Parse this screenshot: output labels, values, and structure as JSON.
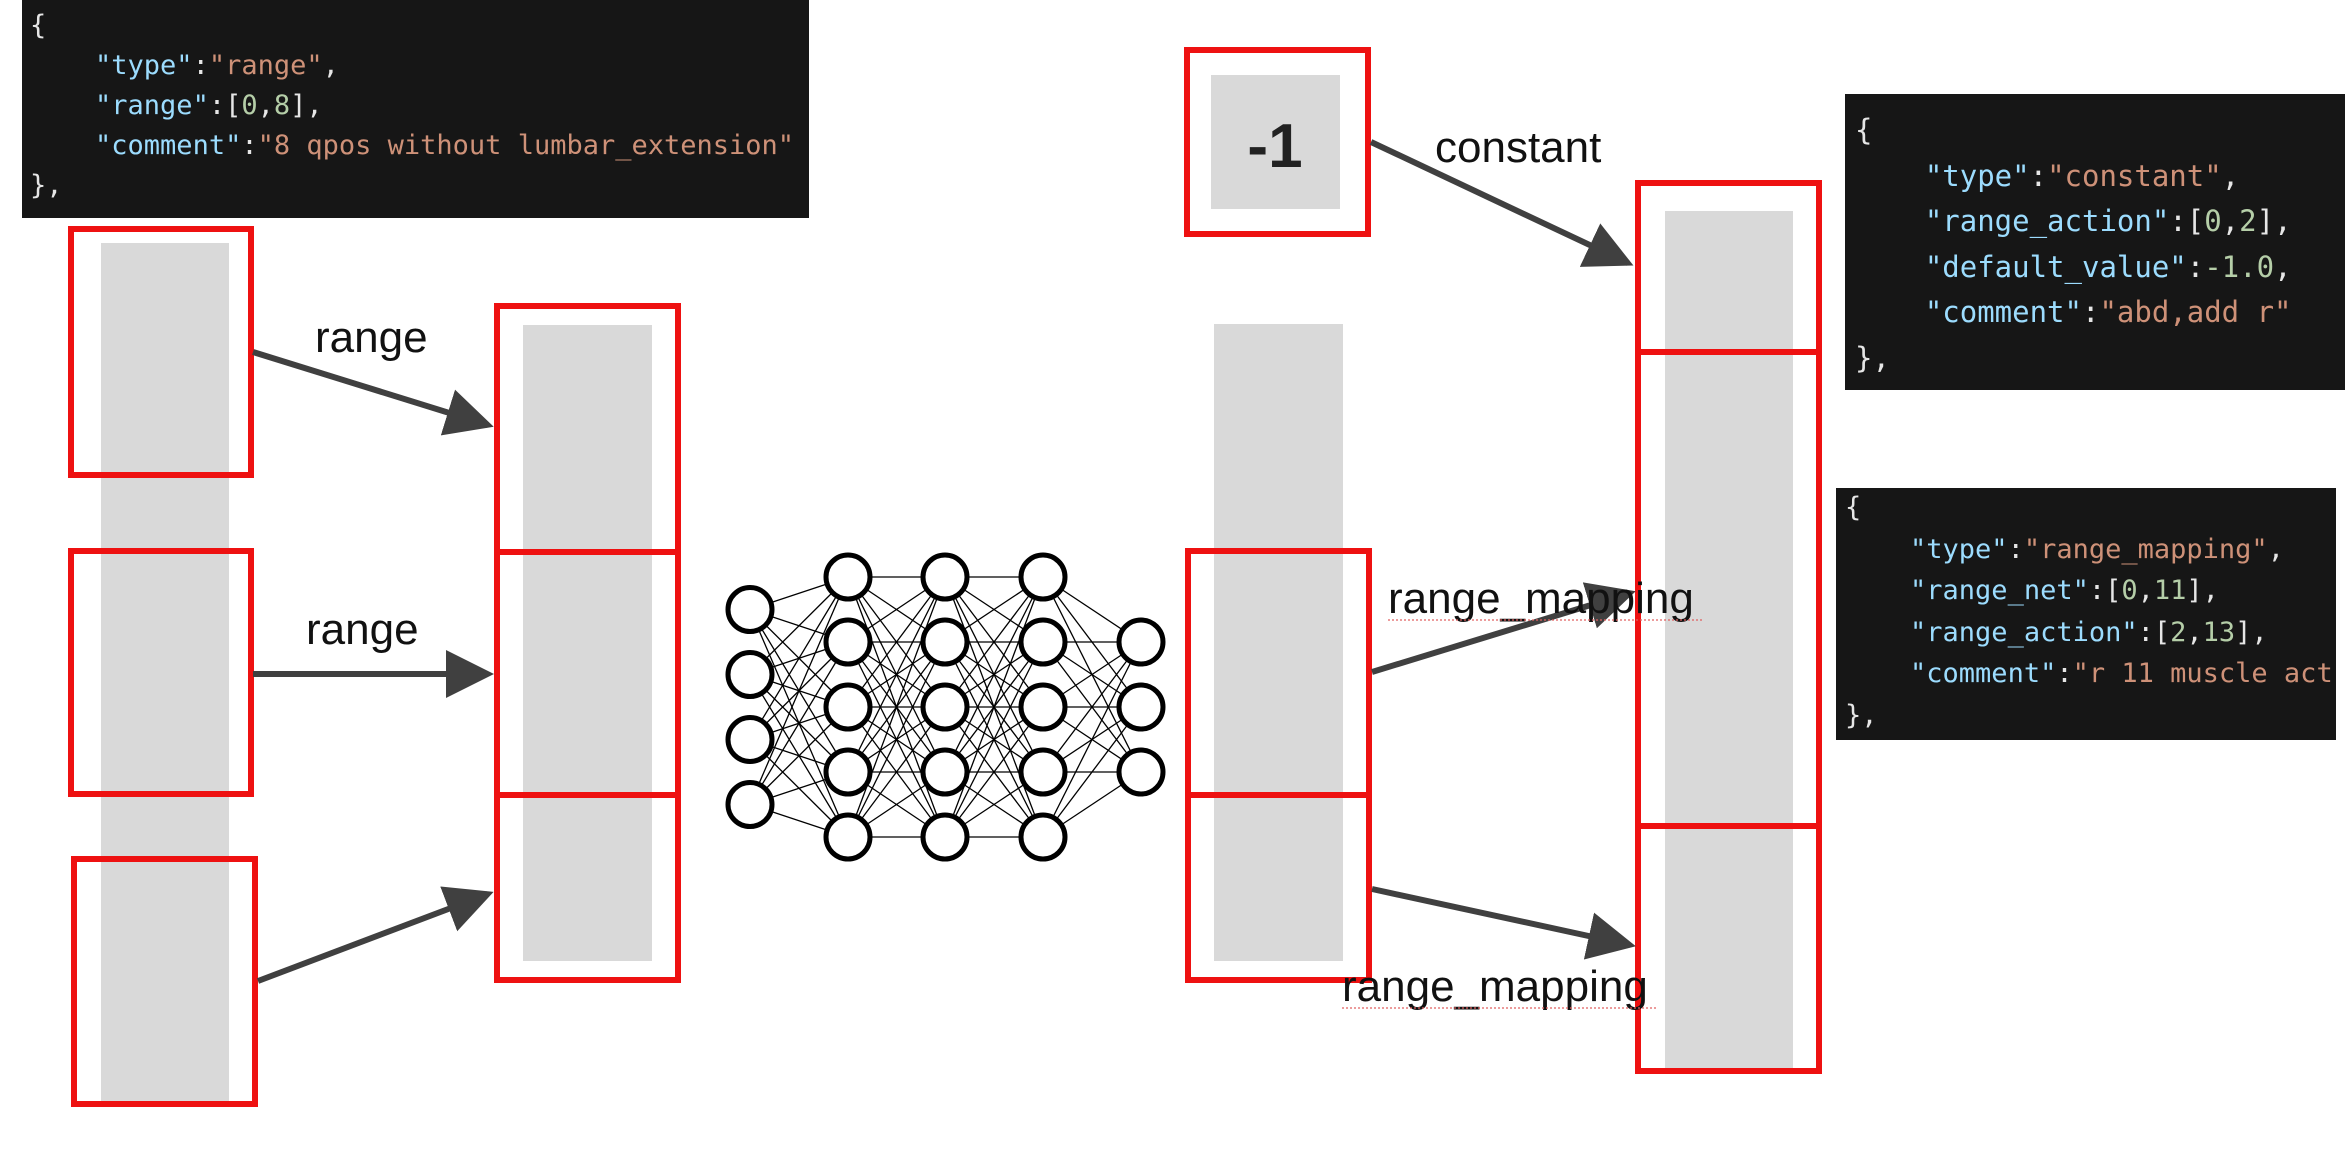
{
  "code_blocks": {
    "range": {
      "lines": [
        [
          {
            "t": "{",
            "c": "punc"
          }
        ],
        [
          {
            "t": "    ",
            "c": "punc"
          },
          {
            "t": "\"type\"",
            "c": "key"
          },
          {
            "t": ":",
            "c": "punc"
          },
          {
            "t": "\"range\"",
            "c": "str"
          },
          {
            "t": ",",
            "c": "punc"
          }
        ],
        [
          {
            "t": "    ",
            "c": "punc"
          },
          {
            "t": "\"range\"",
            "c": "key"
          },
          {
            "t": ":[",
            "c": "punc"
          },
          {
            "t": "0",
            "c": "num"
          },
          {
            "t": ",",
            "c": "punc"
          },
          {
            "t": "8",
            "c": "num"
          },
          {
            "t": "],",
            "c": "punc"
          }
        ],
        [
          {
            "t": "    ",
            "c": "punc"
          },
          {
            "t": "\"comment\"",
            "c": "key"
          },
          {
            "t": ":",
            "c": "punc"
          },
          {
            "t": "\"8 qpos without lumbar_extension\"",
            "c": "str"
          }
        ],
        [
          {
            "t": "},",
            "c": "punc"
          }
        ]
      ]
    },
    "constant": {
      "lines": [
        [
          {
            "t": "{",
            "c": "punc"
          }
        ],
        [
          {
            "t": "    ",
            "c": "punc"
          },
          {
            "t": "\"type\"",
            "c": "key"
          },
          {
            "t": ":",
            "c": "punc"
          },
          {
            "t": "\"constant\"",
            "c": "str"
          },
          {
            "t": ",",
            "c": "punc"
          }
        ],
        [
          {
            "t": "    ",
            "c": "punc"
          },
          {
            "t": "\"range_action\"",
            "c": "key"
          },
          {
            "t": ":[",
            "c": "punc"
          },
          {
            "t": "0",
            "c": "num"
          },
          {
            "t": ",",
            "c": "punc"
          },
          {
            "t": "2",
            "c": "num"
          },
          {
            "t": "],",
            "c": "punc"
          }
        ],
        [
          {
            "t": "    ",
            "c": "punc"
          },
          {
            "t": "\"default_value\"",
            "c": "key"
          },
          {
            "t": ":",
            "c": "punc"
          },
          {
            "t": "-1.0",
            "c": "num"
          },
          {
            "t": ",",
            "c": "punc"
          }
        ],
        [
          {
            "t": "    ",
            "c": "punc"
          },
          {
            "t": "\"comment\"",
            "c": "key"
          },
          {
            "t": ":",
            "c": "punc"
          },
          {
            "t": "\"abd,add r\"",
            "c": "str"
          }
        ],
        [
          {
            "t": "},",
            "c": "punc"
          }
        ]
      ]
    },
    "mapping": {
      "lines": [
        [
          {
            "t": "{",
            "c": "punc"
          }
        ],
        [
          {
            "t": "    ",
            "c": "punc"
          },
          {
            "t": "\"type\"",
            "c": "key"
          },
          {
            "t": ":",
            "c": "punc"
          },
          {
            "t": "\"range_mapping\"",
            "c": "str"
          },
          {
            "t": ",",
            "c": "punc"
          }
        ],
        [
          {
            "t": "    ",
            "c": "punc"
          },
          {
            "t": "\"range_net\"",
            "c": "key"
          },
          {
            "t": ":[",
            "c": "punc"
          },
          {
            "t": "0",
            "c": "num"
          },
          {
            "t": ",",
            "c": "punc"
          },
          {
            "t": "11",
            "c": "num"
          },
          {
            "t": "],",
            "c": "punc"
          }
        ],
        [
          {
            "t": "    ",
            "c": "punc"
          },
          {
            "t": "\"range_action\"",
            "c": "key"
          },
          {
            "t": ":[",
            "c": "punc"
          },
          {
            "t": "2",
            "c": "num"
          },
          {
            "t": ",",
            "c": "punc"
          },
          {
            "t": "13",
            "c": "num"
          },
          {
            "t": "],",
            "c": "punc"
          }
        ],
        [
          {
            "t": "    ",
            "c": "punc"
          },
          {
            "t": "\"comment\"",
            "c": "key"
          },
          {
            "t": ":",
            "c": "punc"
          },
          {
            "t": "\"r 11 muscle act",
            "c": "str"
          }
        ],
        [
          {
            "t": "},",
            "c": "punc"
          }
        ]
      ]
    }
  },
  "labels": {
    "range_top": "range",
    "range_middle": "range",
    "constant": "constant",
    "range_mapping_upper": "range_mapping",
    "range_mapping_lower": "range_mapping",
    "constant_value": "-1"
  },
  "network": {
    "layer_sizes": [
      4,
      5,
      5,
      5,
      3
    ]
  },
  "colors": {
    "segment_border": "#ee1111",
    "bar_fill": "#d9d9d9",
    "arrow": "#404040",
    "node_stroke": "#000000",
    "code_background": "#161616",
    "code_key": "#9cdcfe",
    "code_string": "#ce9178",
    "code_number": "#b5cea8"
  }
}
